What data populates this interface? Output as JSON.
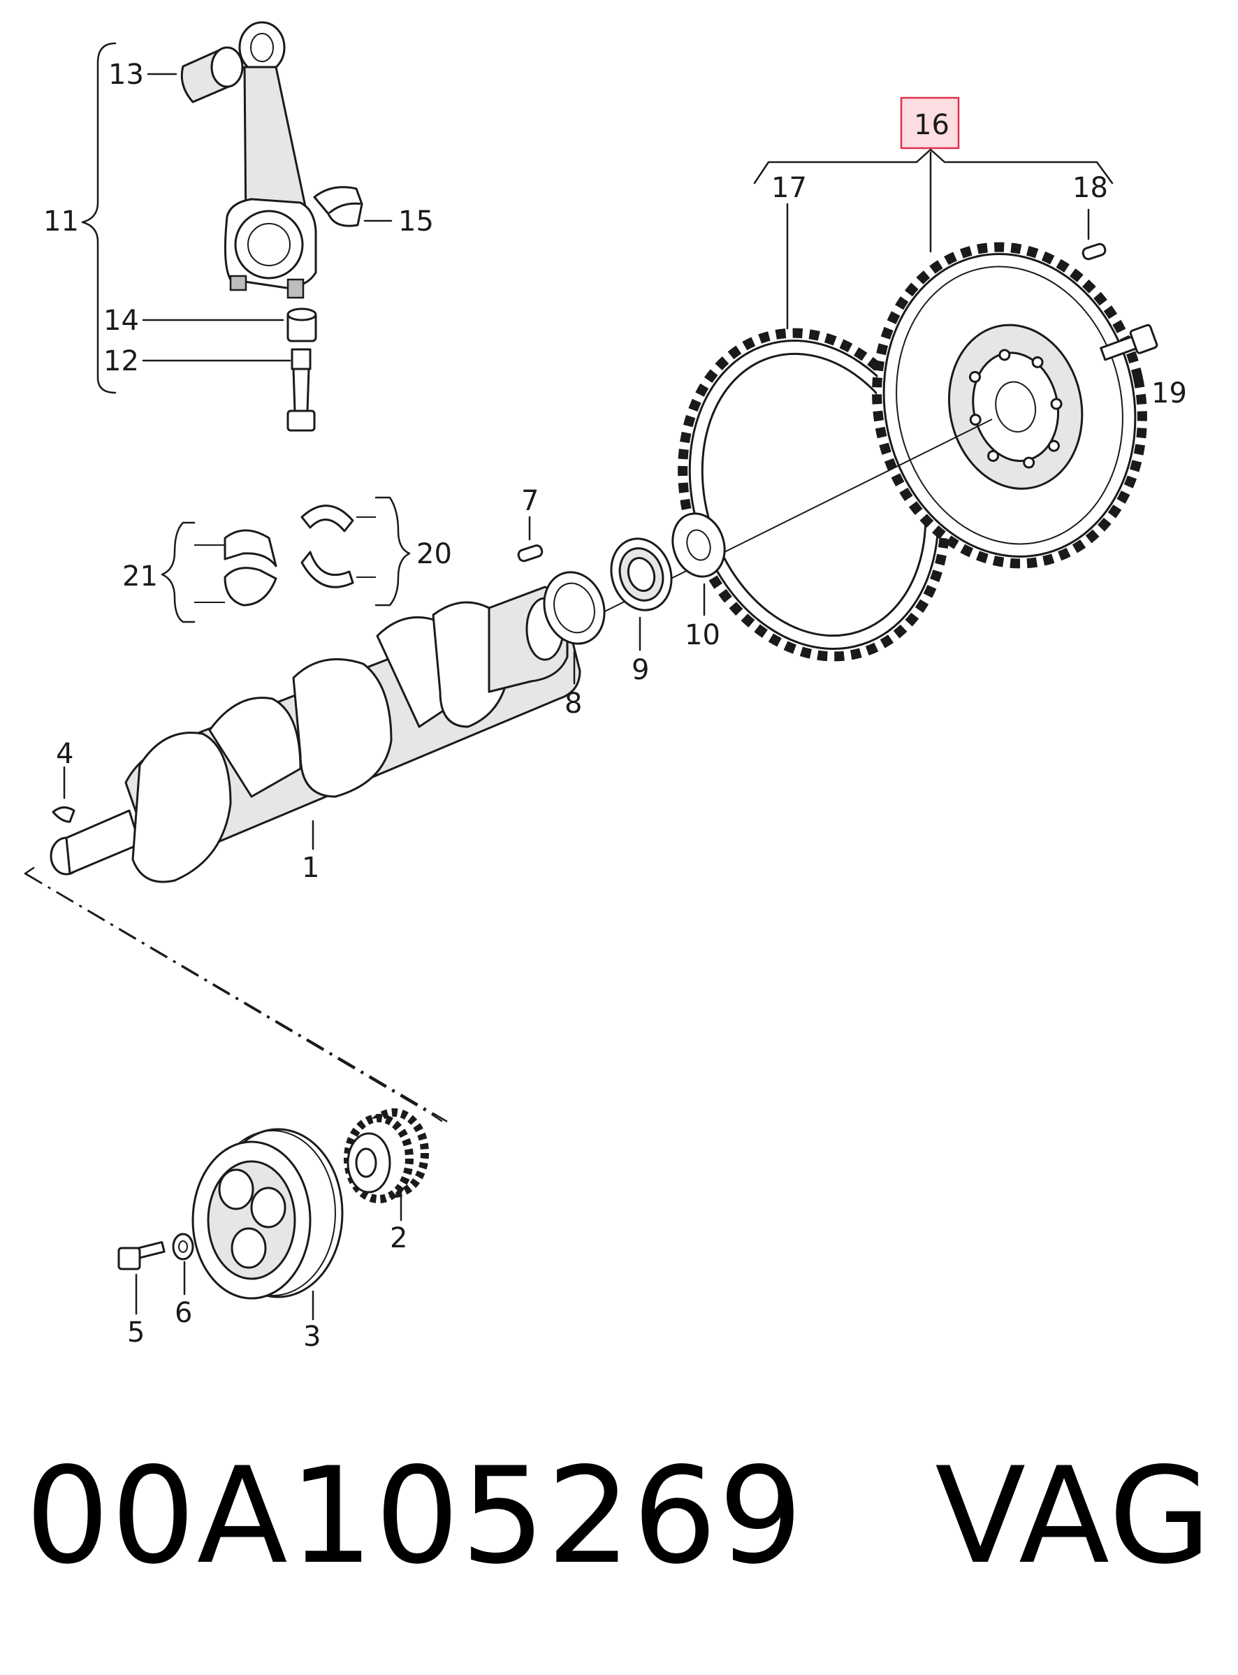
{
  "callouts": {
    "c1": "1",
    "c2": "2",
    "c3": "3",
    "c4": "4",
    "c5": "5",
    "c6": "6",
    "c7": "7",
    "c8": "8",
    "c9": "9",
    "c10": "10",
    "c11": "11",
    "c12": "12",
    "c13": "13",
    "c14": "14",
    "c15": "15",
    "c16": "16",
    "c17": "17",
    "c18": "18",
    "c19": "19",
    "c20": "20",
    "c21": "21"
  },
  "highlighted_callout": "16",
  "footer": {
    "part_number": "00A105269",
    "brand": "VAG"
  },
  "colors": {
    "highlight_fill": "#fbdde2",
    "highlight_stroke": "#e0314b",
    "ink": "#1a1a1a"
  }
}
